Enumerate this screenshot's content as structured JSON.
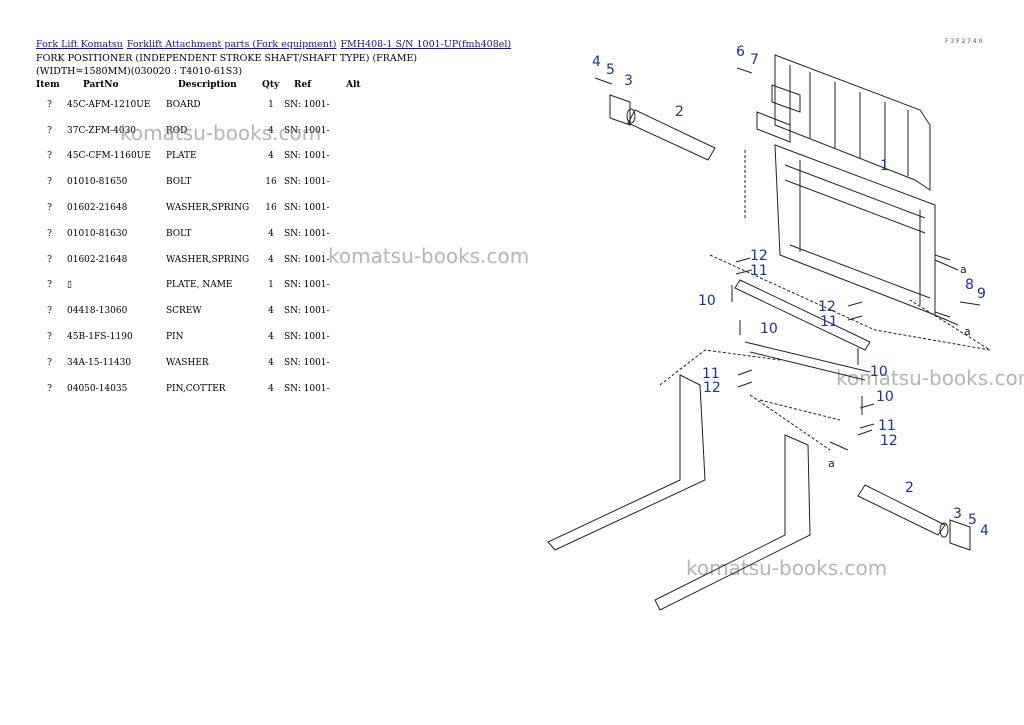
{
  "breadcrumb": [
    "Fork Lift Komatsu",
    "Forklift Attachment parts (Fork equipment)",
    "FMH408-1 S/N 1001-UP(fmh408el)"
  ],
  "title_line1": "FORK POSITIONER (INDEPENDENT STROKE SHAFT/SHAFT TYPE) (FRAME)",
  "title_line2": "(WIDTH=1580MM)(030020 : T4010-61S3)",
  "columns": {
    "item": "Item",
    "partno": "PartNo",
    "description": "Description",
    "qty": "Qty",
    "ref": "Ref",
    "alt": "Alt"
  },
  "rows": [
    {
      "item": "?",
      "partno": "45C-AFM-1210UE",
      "description": "BOARD",
      "qty": "1",
      "ref": "SN: 1001-",
      "alt": ""
    },
    {
      "item": "?",
      "partno": "37C-ZFM-4030",
      "description": "ROD",
      "qty": "4",
      "ref": "SN: 1001-",
      "alt": ""
    },
    {
      "item": "?",
      "partno": "45C-CFM-1160UE",
      "description": "PLATE",
      "qty": "4",
      "ref": "SN: 1001-",
      "alt": ""
    },
    {
      "item": "?",
      "partno": "01010-81650",
      "description": "BOLT",
      "qty": "16",
      "ref": "SN: 1001-",
      "alt": ""
    },
    {
      "item": "?",
      "partno": "01602-21648",
      "description": "WASHER,SPRING",
      "qty": "16",
      "ref": "SN: 1001-",
      "alt": ""
    },
    {
      "item": "?",
      "partno": "01010-81630",
      "description": "BOLT",
      "qty": "4",
      "ref": "SN: 1001-",
      "alt": ""
    },
    {
      "item": "?",
      "partno": "01602-21648",
      "description": "WASHER,SPRING",
      "qty": "4",
      "ref": "SN: 1001-",
      "alt": ""
    },
    {
      "item": "?",
      "partno": "▯",
      "description": "PLATE, NAME",
      "qty": "1",
      "ref": "SN: 1001-",
      "alt": ""
    },
    {
      "item": "?",
      "partno": "04418-13060",
      "description": "SCREW",
      "qty": "4",
      "ref": "SN: 1001-",
      "alt": ""
    },
    {
      "item": "?",
      "partno": "45B-1FS-1190",
      "description": "PIN",
      "qty": "4",
      "ref": "SN: 1001-",
      "alt": ""
    },
    {
      "item": "?",
      "partno": "34A-15-11430",
      "description": "WASHER",
      "qty": "4",
      "ref": "SN: 1001-",
      "alt": ""
    },
    {
      "item": "?",
      "partno": "04050-14035",
      "description": "PIN,COTTER",
      "qty": "4",
      "ref": "SN: 1001-",
      "alt": ""
    }
  ],
  "watermark_text": "komatsu-books.com",
  "diagram": {
    "callouts": [
      "1",
      "2",
      "3",
      "4",
      "5",
      "6",
      "7",
      "8",
      "9",
      "10",
      "11",
      "12"
    ],
    "marker": "a",
    "code": "F 3 F 2 7 4 0",
    "callout_color": "#1f2f9c"
  }
}
